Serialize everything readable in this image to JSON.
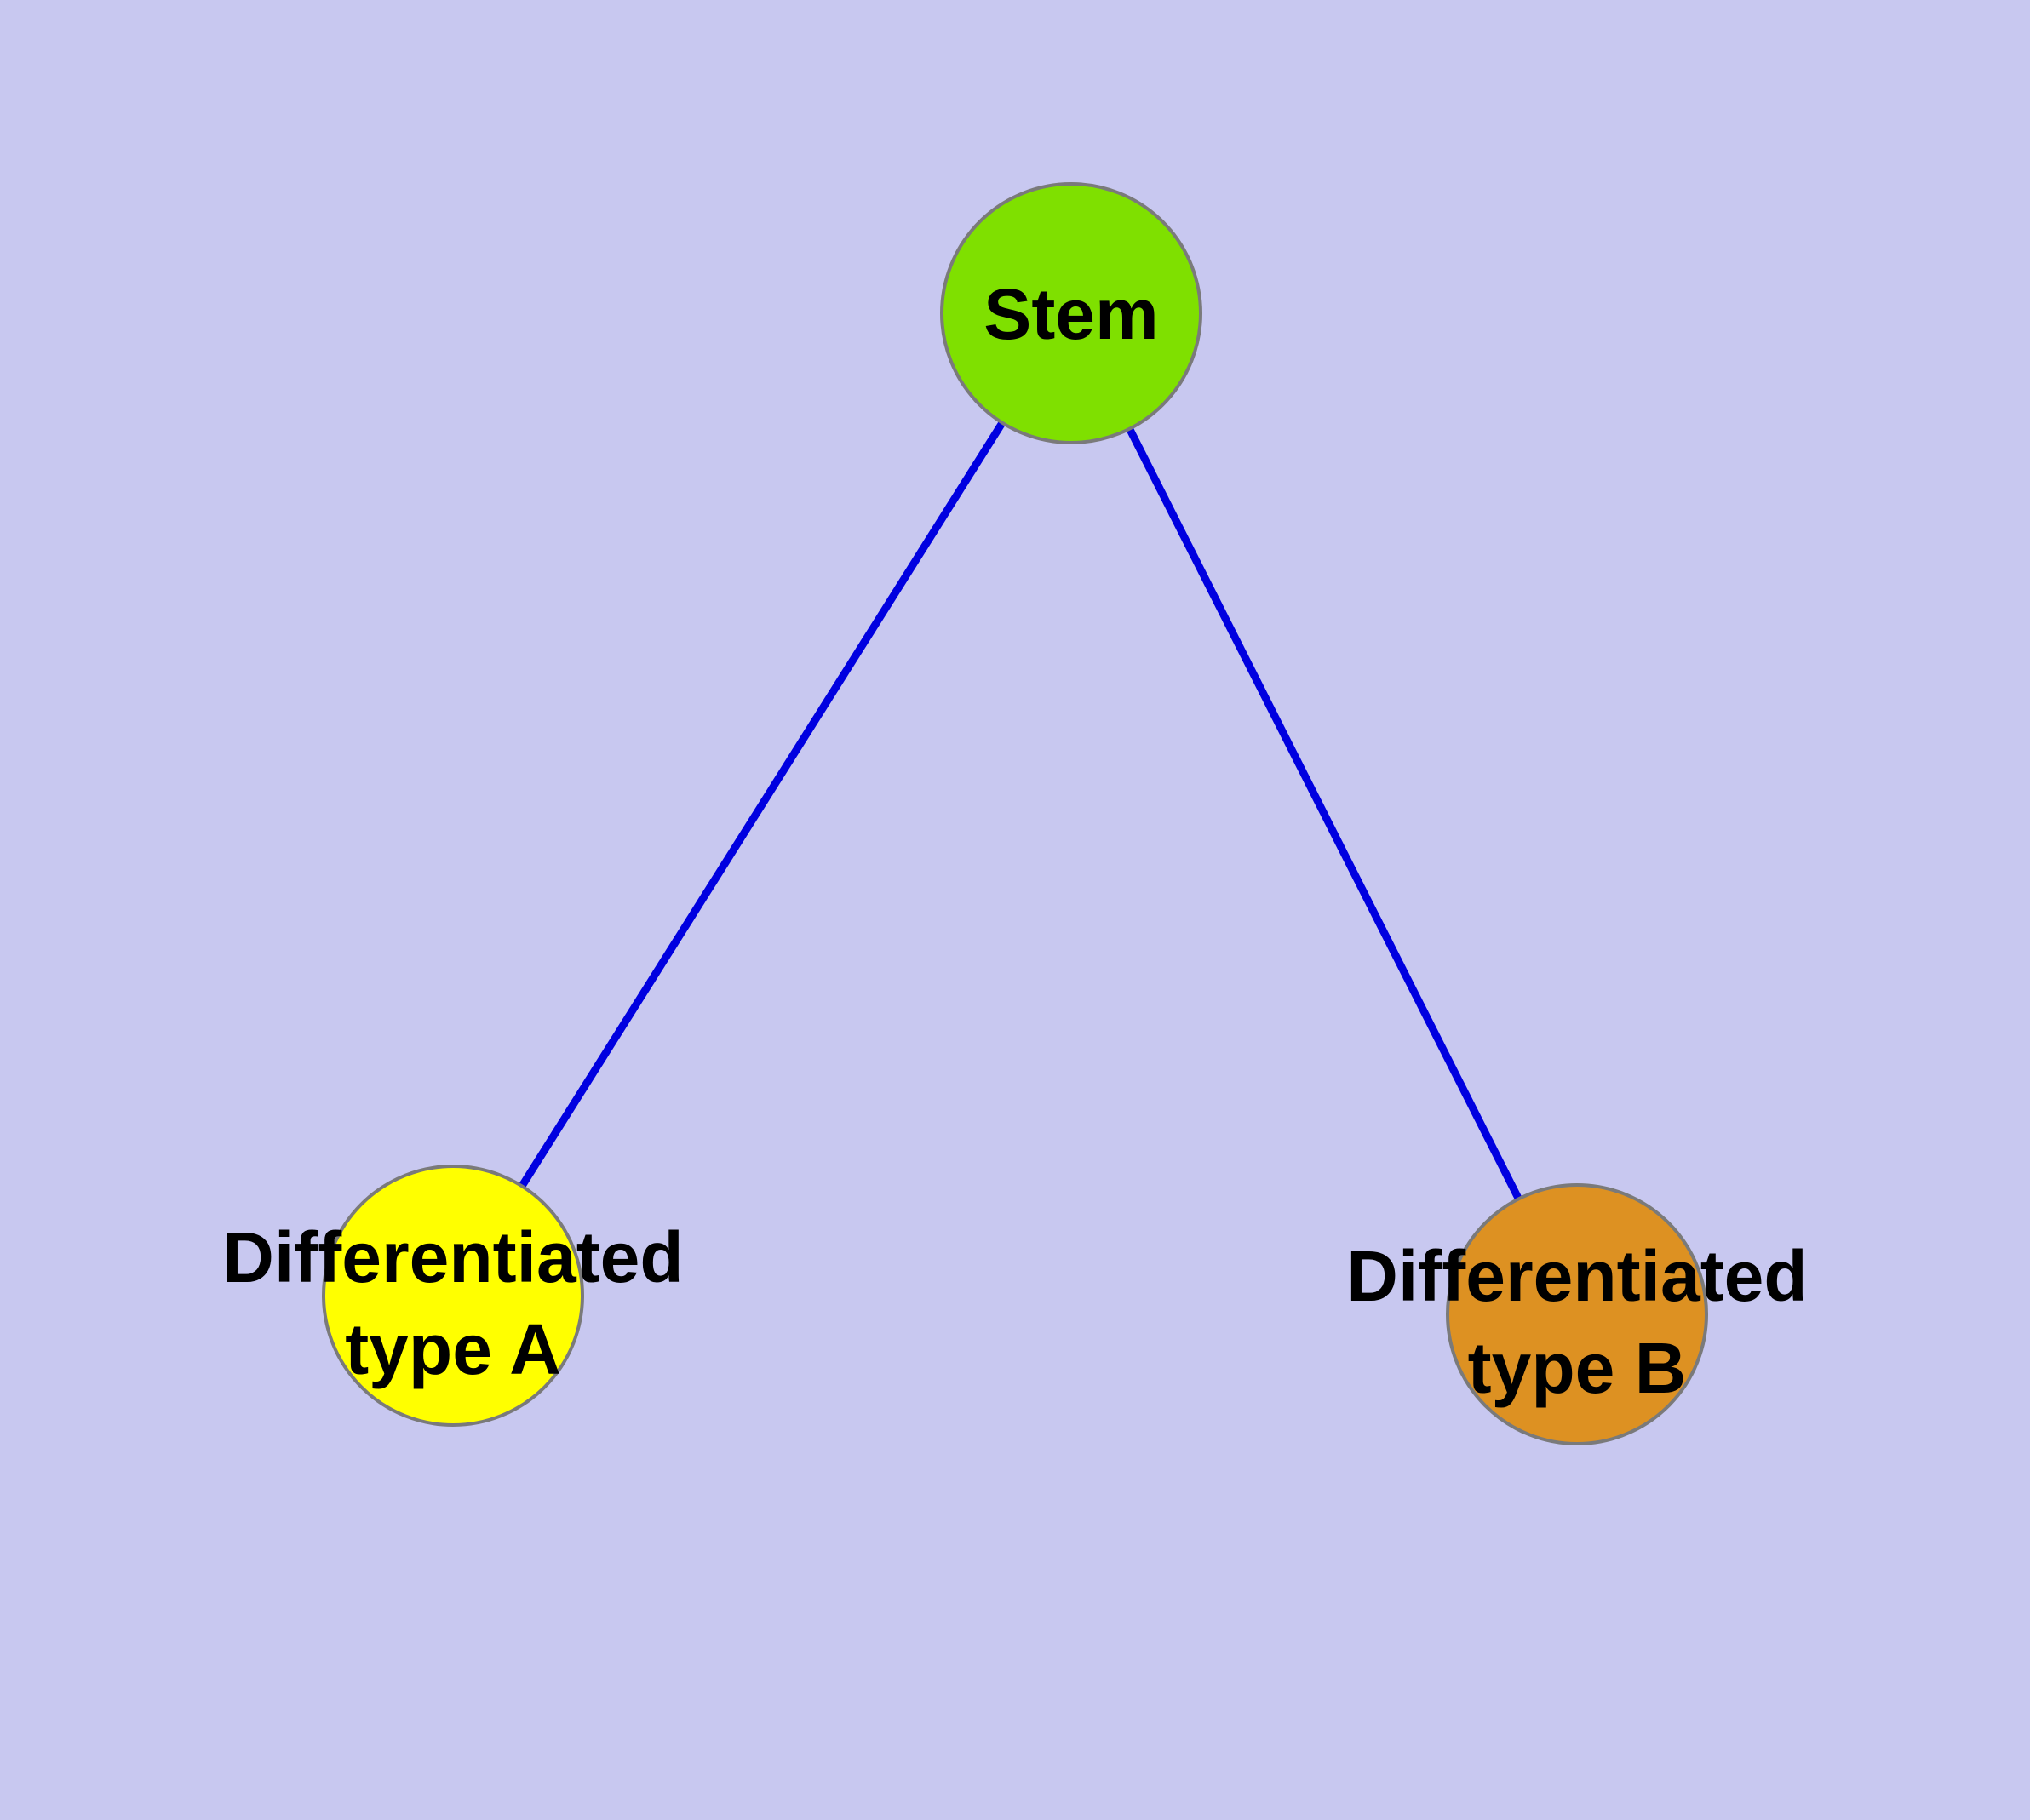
{
  "diagram": {
    "type": "node-link graph",
    "colors": {
      "background": "#c8c8f0",
      "edge": "#0000e0",
      "node_stroke": "#7a7a7a"
    },
    "nodes": {
      "stem": {
        "label": "Stem",
        "fill": "#7fe000"
      },
      "type_a": {
        "label_line1": "Differentiated",
        "label_line2": "type A",
        "fill": "#ffff00"
      },
      "type_b": {
        "label_line1": "Differentiated",
        "label_line2": "type B",
        "fill": "#dd9122"
      }
    },
    "edges": [
      {
        "from": "Stem",
        "to": "Differentiated type A"
      },
      {
        "from": "Stem",
        "to": "Differentiated type B"
      }
    ]
  }
}
